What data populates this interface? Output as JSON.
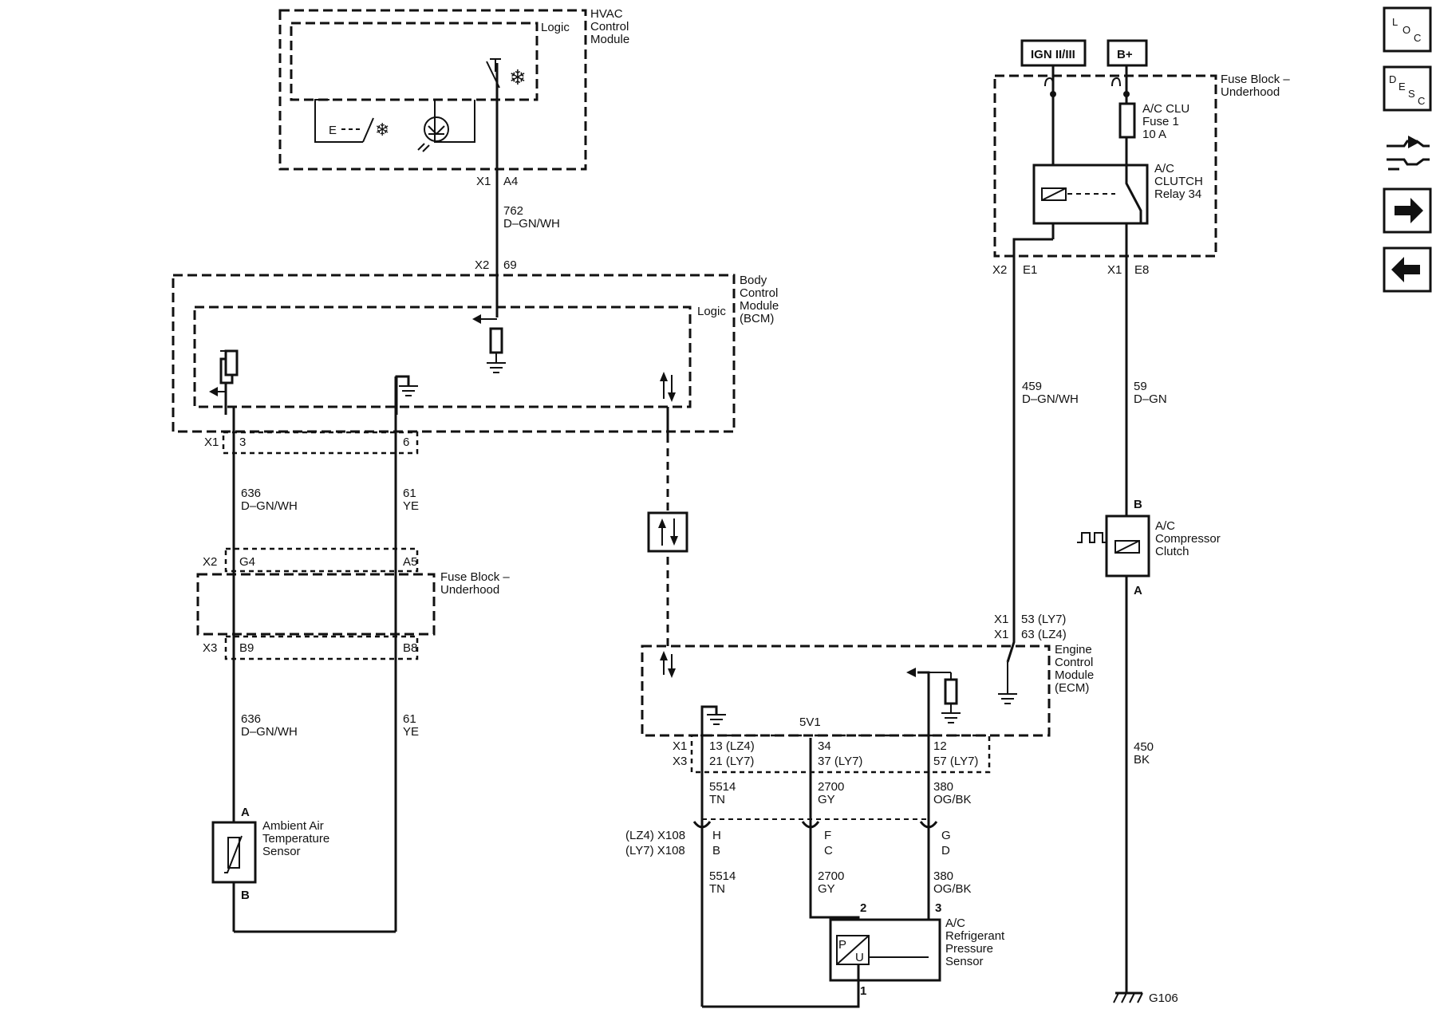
{
  "hvac": {
    "logic": "Logic",
    "name": [
      "HVAC",
      "Control",
      "Module"
    ],
    "conn": "X1",
    "pin": "A4"
  },
  "wire762": {
    "circuit": "762",
    "color": "D–GN/WH"
  },
  "bcm": {
    "conn_top": "X2",
    "pin_top": "69",
    "name": [
      "Body",
      "Control",
      "Module",
      "(BCM)"
    ],
    "logic": "Logic",
    "conn_bottom": "X1",
    "pin_a": "3",
    "pin_b": "6"
  },
  "wire636a": {
    "circuit": "636",
    "color": "D–GN/WH"
  },
  "wire61a": {
    "circuit": "61",
    "color": "YE"
  },
  "fuse_block_left": {
    "conn_top": "X2",
    "pin_top_a": "G4",
    "pin_top_b": "A5",
    "name": [
      "Fuse Block –",
      "Underhood"
    ],
    "conn_bottom": "X3",
    "pin_bottom_a": "B9",
    "pin_bottom_b": "B8"
  },
  "wire636b": {
    "circuit": "636",
    "color": "D–GN/WH"
  },
  "wire61b": {
    "circuit": "61",
    "color": "YE"
  },
  "ambient_sensor": {
    "pin_top": "A",
    "pin_bottom": "B",
    "name": [
      "Ambient Air",
      "Temperature",
      "Sensor"
    ]
  },
  "power": {
    "ign": "IGN II/III",
    "bplus": "B+"
  },
  "fuse_block_right": {
    "name": [
      "Fuse Block –",
      "Underhood"
    ],
    "fuse": [
      "A/C CLU",
      "Fuse 1",
      "10 A"
    ],
    "relay": [
      "A/C",
      "CLUTCH",
      "Relay 34"
    ],
    "conn_left": "X2",
    "pin_left": "E1",
    "conn_right": "X1",
    "pin_right": "E8"
  },
  "wire459": {
    "circuit": "459",
    "color": "D–GN/WH"
  },
  "wire59": {
    "circuit": "59",
    "color": "D–GN"
  },
  "clutch": {
    "pin_top": "B",
    "pin_bottom": "A",
    "name": [
      "A/C",
      "Compressor",
      "Clutch"
    ]
  },
  "wire450": {
    "circuit": "450",
    "color": "BK"
  },
  "ground": "G106",
  "ecm": {
    "conn1": "X1",
    "pin1": "53 (LY7)",
    "conn2": "X1",
    "pin2": "63 (LZ4)",
    "name": [
      "Engine",
      "Control",
      "Module",
      "(ECM)"
    ],
    "ref": "5V1",
    "x1": "X1",
    "x3": "X3",
    "p13": "13 (LZ4)",
    "p21": "21 (LY7)",
    "p34": "34",
    "p37": "37 (LY7)",
    "p12": "12",
    "p57": "57 (LY7)"
  },
  "wire5514a": {
    "circuit": "5514",
    "color": "TN"
  },
  "wire2700a": {
    "circuit": "2700",
    "color": "GY"
  },
  "wire380a": {
    "circuit": "380",
    "color": "OG/BK"
  },
  "x108": {
    "lz4": "(LZ4) X108",
    "ly7": "(LY7) X108",
    "h": "H",
    "b": "B",
    "f": "F",
    "c": "C",
    "g": "G",
    "d": "D"
  },
  "wire5514b": {
    "circuit": "5514",
    "color": "TN"
  },
  "wire2700b": {
    "circuit": "2700",
    "color": "GY"
  },
  "wire380b": {
    "circuit": "380",
    "color": "OG/BK"
  },
  "pressure_sensor": {
    "pin2": "2",
    "pin3": "3",
    "pin1": "1",
    "p_label": "P",
    "u_label": "U",
    "name": [
      "A/C",
      "Refrigerant",
      "Pressure",
      "Sensor"
    ]
  },
  "nav": {
    "loc": [
      "L",
      "O",
      "C"
    ],
    "desc": [
      "D",
      "E",
      "S",
      "C"
    ]
  }
}
